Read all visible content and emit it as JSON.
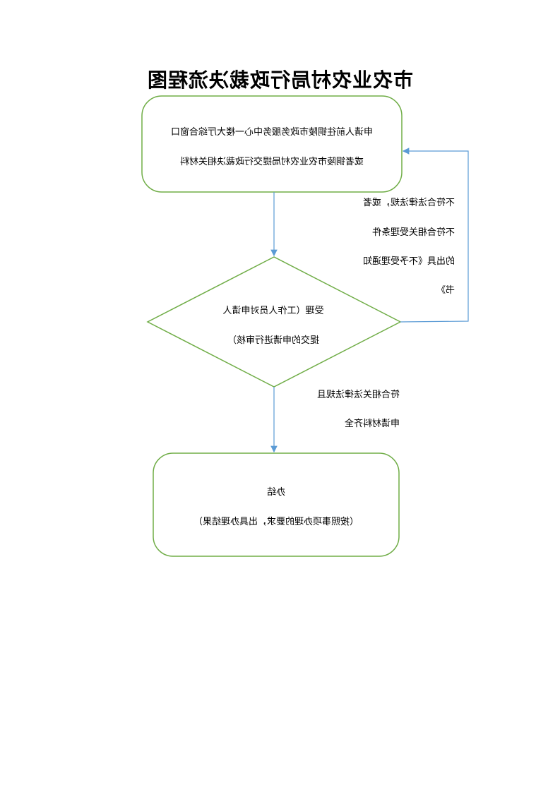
{
  "title": "市农业农村局行政裁决流程图",
  "nodes": {
    "apply": {
      "line1": "申请人前往铜陵市政务服务中心一楼大厅综合窗口",
      "line2": "或者铜陵市农业农村局提交行政裁决相关材料"
    },
    "review": {
      "line1": "受理（工作人员对申请人",
      "line2": "提交的申请进行审核）"
    },
    "handle": {
      "line1": "办结",
      "line2": "（按照事项办理的要求，出具办理结果）"
    }
  },
  "edges": {
    "reject": {
      "line1": "不符合法律法规，或者",
      "line2": "不符合相关受理条件",
      "line3": "的出具《不予受理通知",
      "line4": "书》"
    },
    "accept": {
      "line1": "符合相关法律法规且",
      "line2": "申请材料齐全"
    }
  },
  "colors": {
    "box_border": "#70ad47",
    "arrow": "#5b9bd5"
  }
}
